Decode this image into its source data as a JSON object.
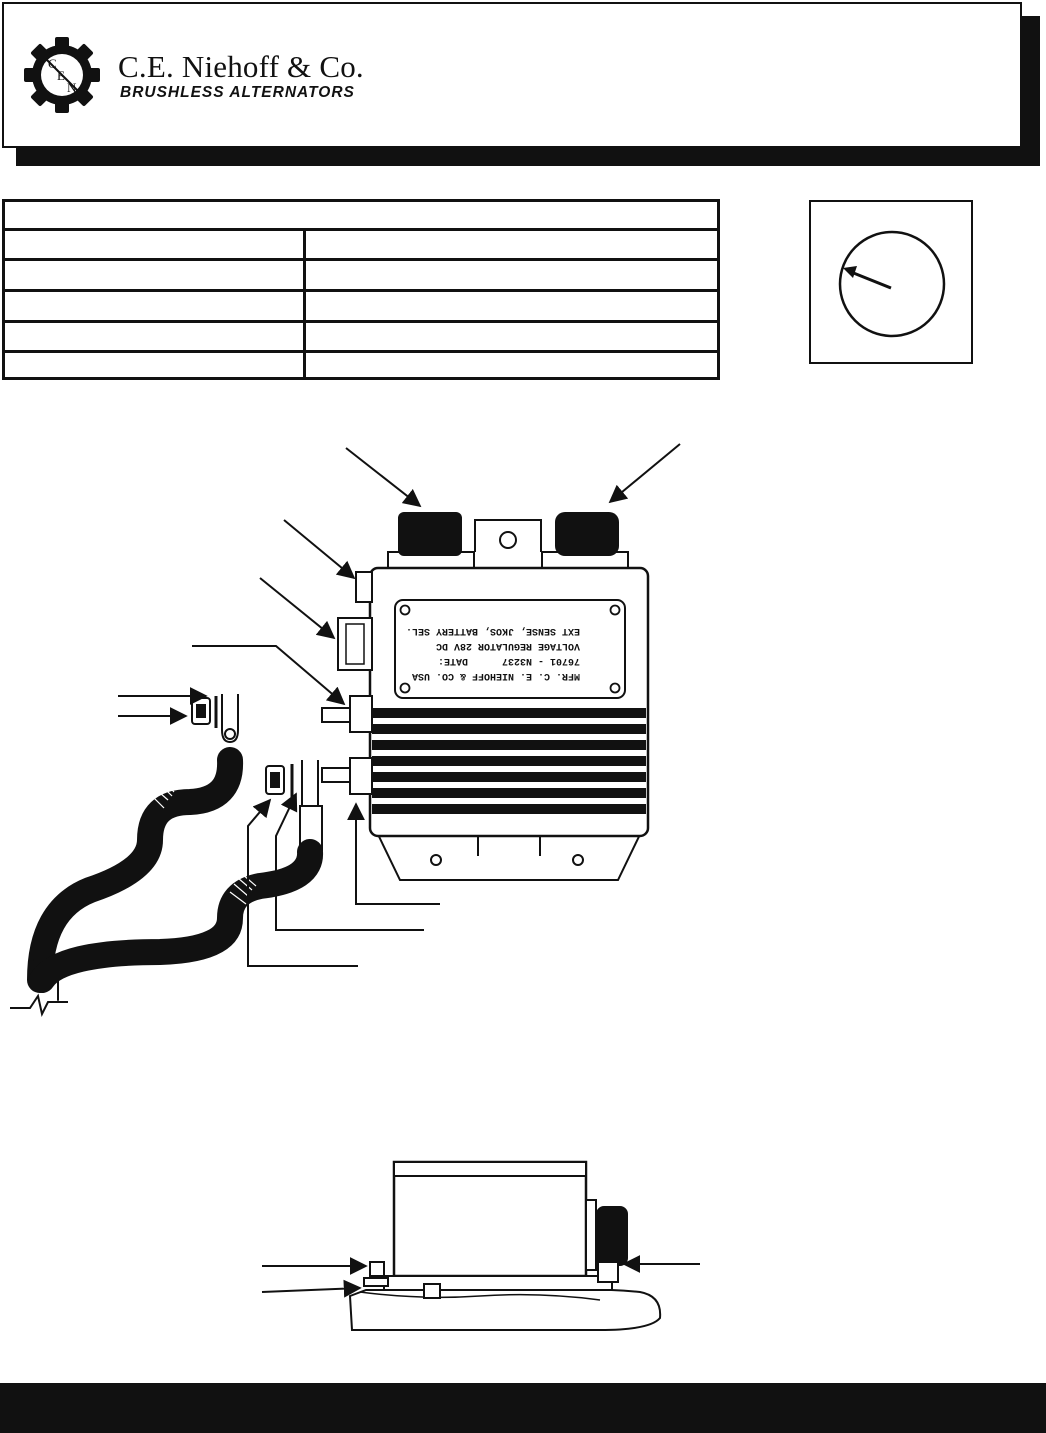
{
  "header": {
    "company_name": "C.E. Niehoff & Co.",
    "tagline": "BRUSHLESS ALTERNATORS",
    "logo_letters": [
      "C",
      "E",
      "N"
    ]
  },
  "label_plate": {
    "lines": [
      "MFR. C. E. NIEHOFF & CO. USA",
      "76701 - N3237",
      "DATE:",
      "VOLTAGE REGULATOR 28V DC",
      "EXT SENSE, JKOS, BATTERY SEL."
    ]
  },
  "colors": {
    "ink": "#111111",
    "paper": "#ffffff"
  },
  "icons": [
    "logo-gear-icon",
    "gauge-dial-icon"
  ]
}
